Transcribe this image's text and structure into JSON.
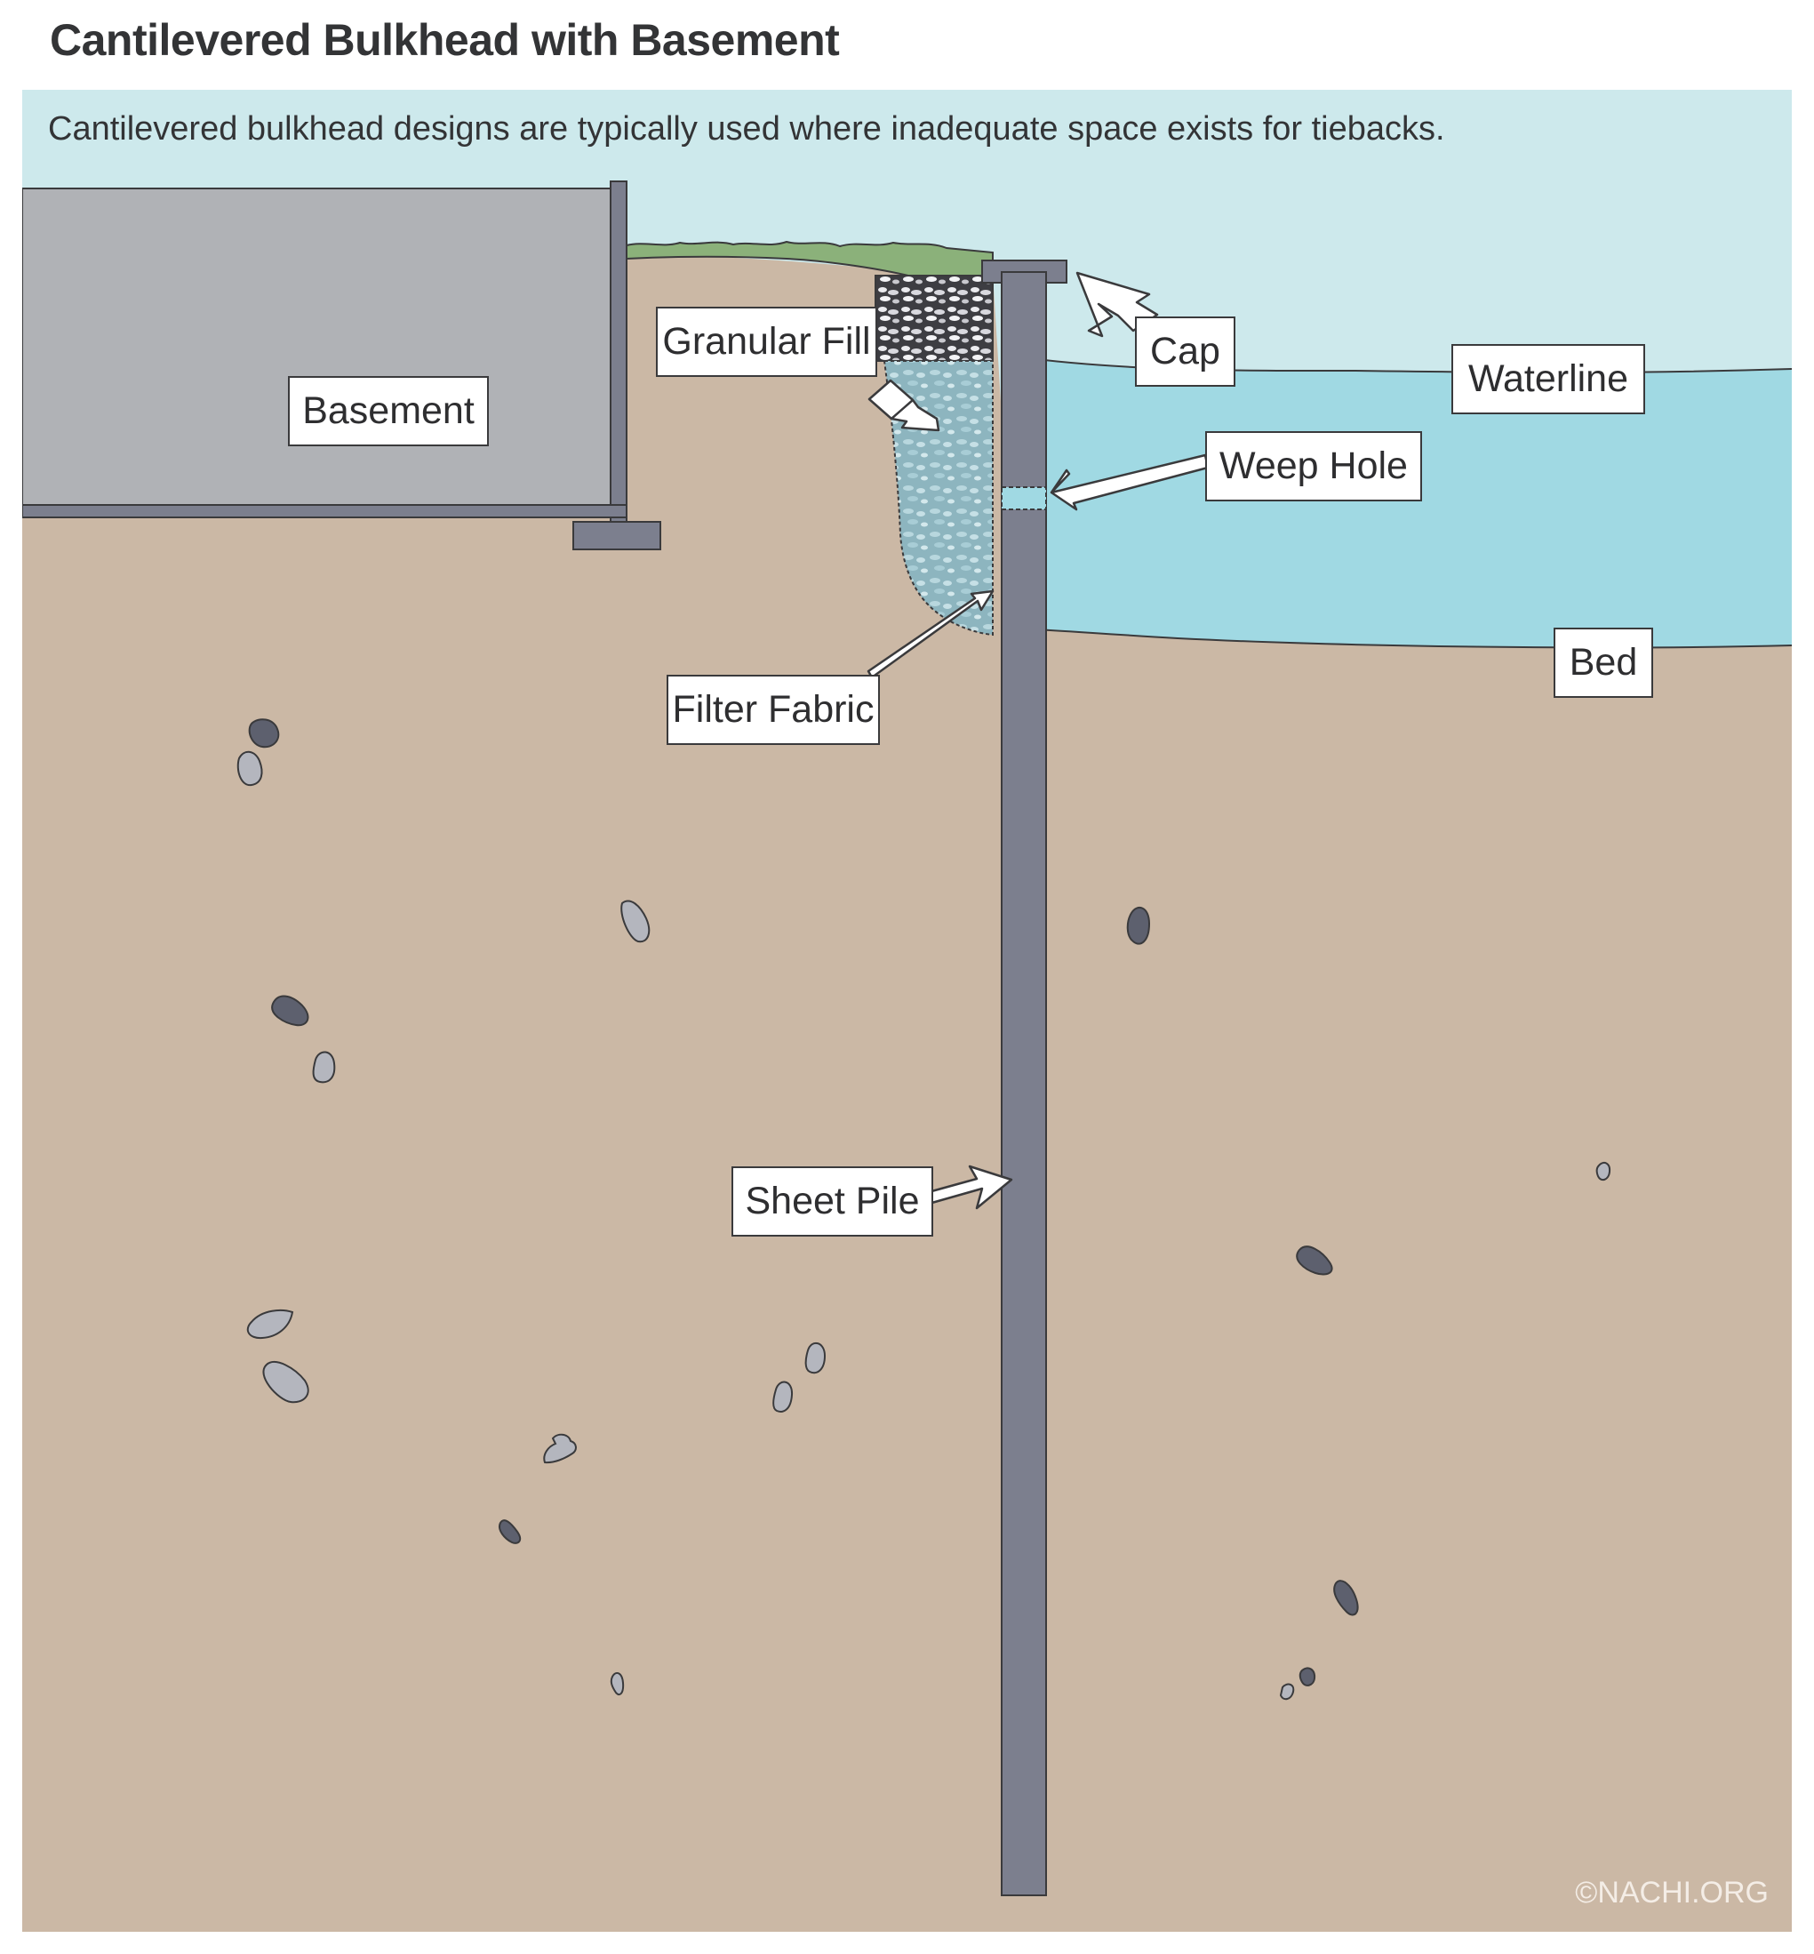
{
  "title": "Cantilevered Bulkhead with Basement",
  "subtitle": "Cantilevered bulkhead designs are typically used where inadequate space exists for tiebacks.",
  "labels": {
    "basement": "Basement",
    "granular_fill": "Granular Fill",
    "cap": "Cap",
    "waterline": "Waterline",
    "weep_hole": "Weep Hole",
    "bed": "Bed",
    "filter_fabric": "Filter Fabric",
    "sheet_pile": "Sheet Pile"
  },
  "copyright": "©NACHI.ORG",
  "colors": {
    "sky": "#cde9ec",
    "water": "#a0d9e3",
    "soil": "#cbb8a5",
    "basement": "#b0b2b6",
    "pile": "#7c7f8e",
    "grass": "#8bb17a",
    "fabric": "#8fb6bf"
  }
}
